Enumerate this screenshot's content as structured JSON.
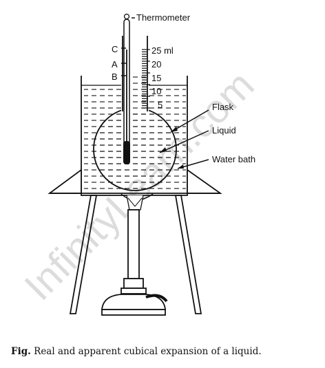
{
  "labels": {
    "thermometer": "Thermometer",
    "c": "C",
    "a": "A",
    "b": "B",
    "scale": [
      "25 ml",
      "20",
      "15",
      "10",
      "5"
    ],
    "flask": "Flask",
    "liquid": "Liquid",
    "water_bath": "Water bath"
  },
  "caption": {
    "prefix": "Fig.",
    "text": " Real and apparent cubical expansion of a liquid."
  },
  "watermark": "InfinityLearn.com"
}
